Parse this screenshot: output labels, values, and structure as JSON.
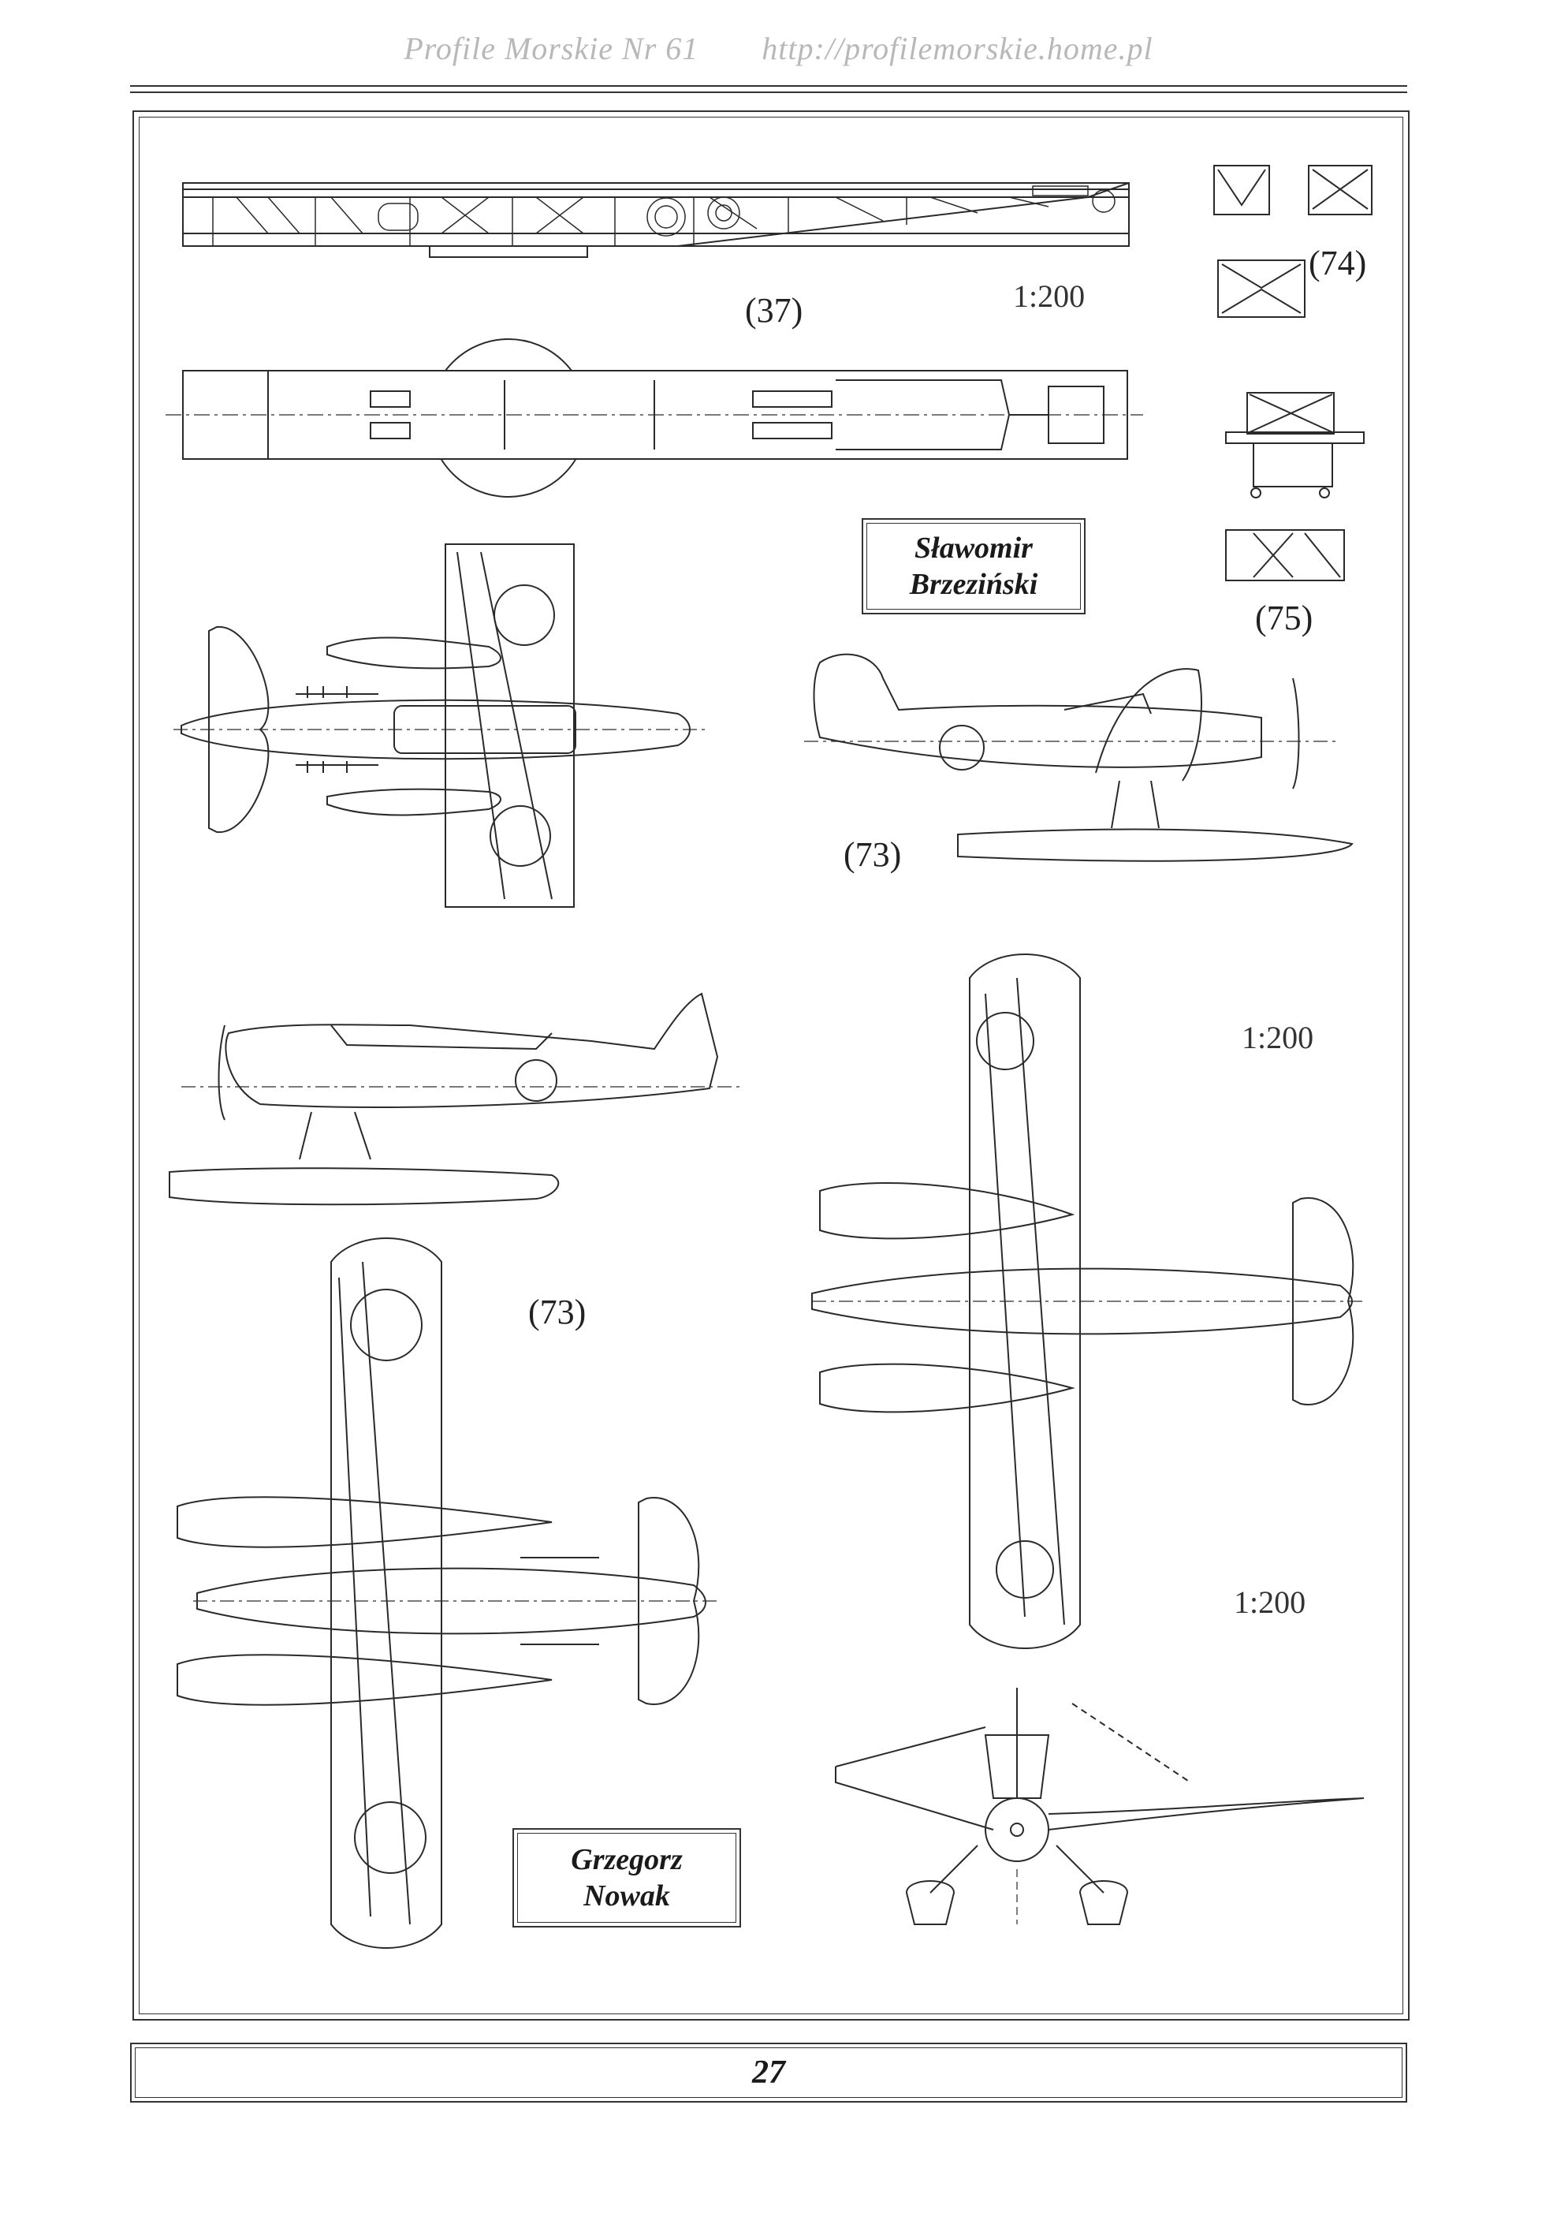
{
  "header": {
    "title": "Profile Morskie Nr 61",
    "url": "http://profilemorskie.home.pl"
  },
  "labels": {
    "catapult": "(37)",
    "trolley_top": "(74)",
    "trolley_bottom": "(75)",
    "plane_side_top": "(73)",
    "plane_plan_bottom": "(73)"
  },
  "scales": {
    "top": "1:200",
    "right_upper": "1:200",
    "right_lower": "1:200"
  },
  "authors": {
    "author1_line1": "Sławomir",
    "author1_line2": "Brzeziński",
    "author2_line1": "Grzegorz",
    "author2_line2": "Nowak"
  },
  "footer": {
    "page_number": "27"
  }
}
